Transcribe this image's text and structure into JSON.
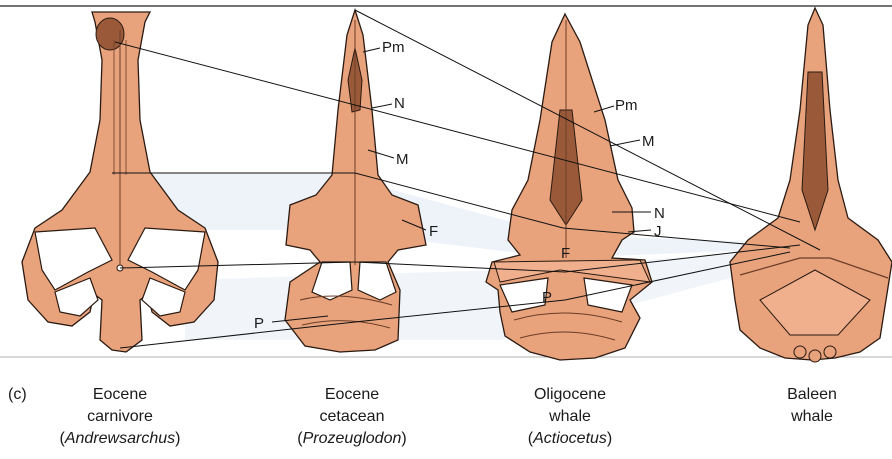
{
  "panel_label": "(c)",
  "colors": {
    "bone": "#E8A27C",
    "bone_dark": "#9A5A3A",
    "outline": "#2a1a12",
    "shade": "#EAF0F7"
  },
  "bone_labels": {
    "pm": "Pm",
    "n": "N",
    "m": "M",
    "f": "F",
    "j": "J",
    "p": "P"
  },
  "skulls": [
    {
      "epoch": "Eocene",
      "group": "carnivore",
      "genus": "Andrewsarchus"
    },
    {
      "epoch": "Eocene",
      "group": "cetacean",
      "genus": "Prozeuglodon"
    },
    {
      "epoch": "Oligocene",
      "group": "whale",
      "genus": "Actiocetus"
    },
    {
      "epoch": "Baleen",
      "group": "whale",
      "genus": ""
    }
  ]
}
